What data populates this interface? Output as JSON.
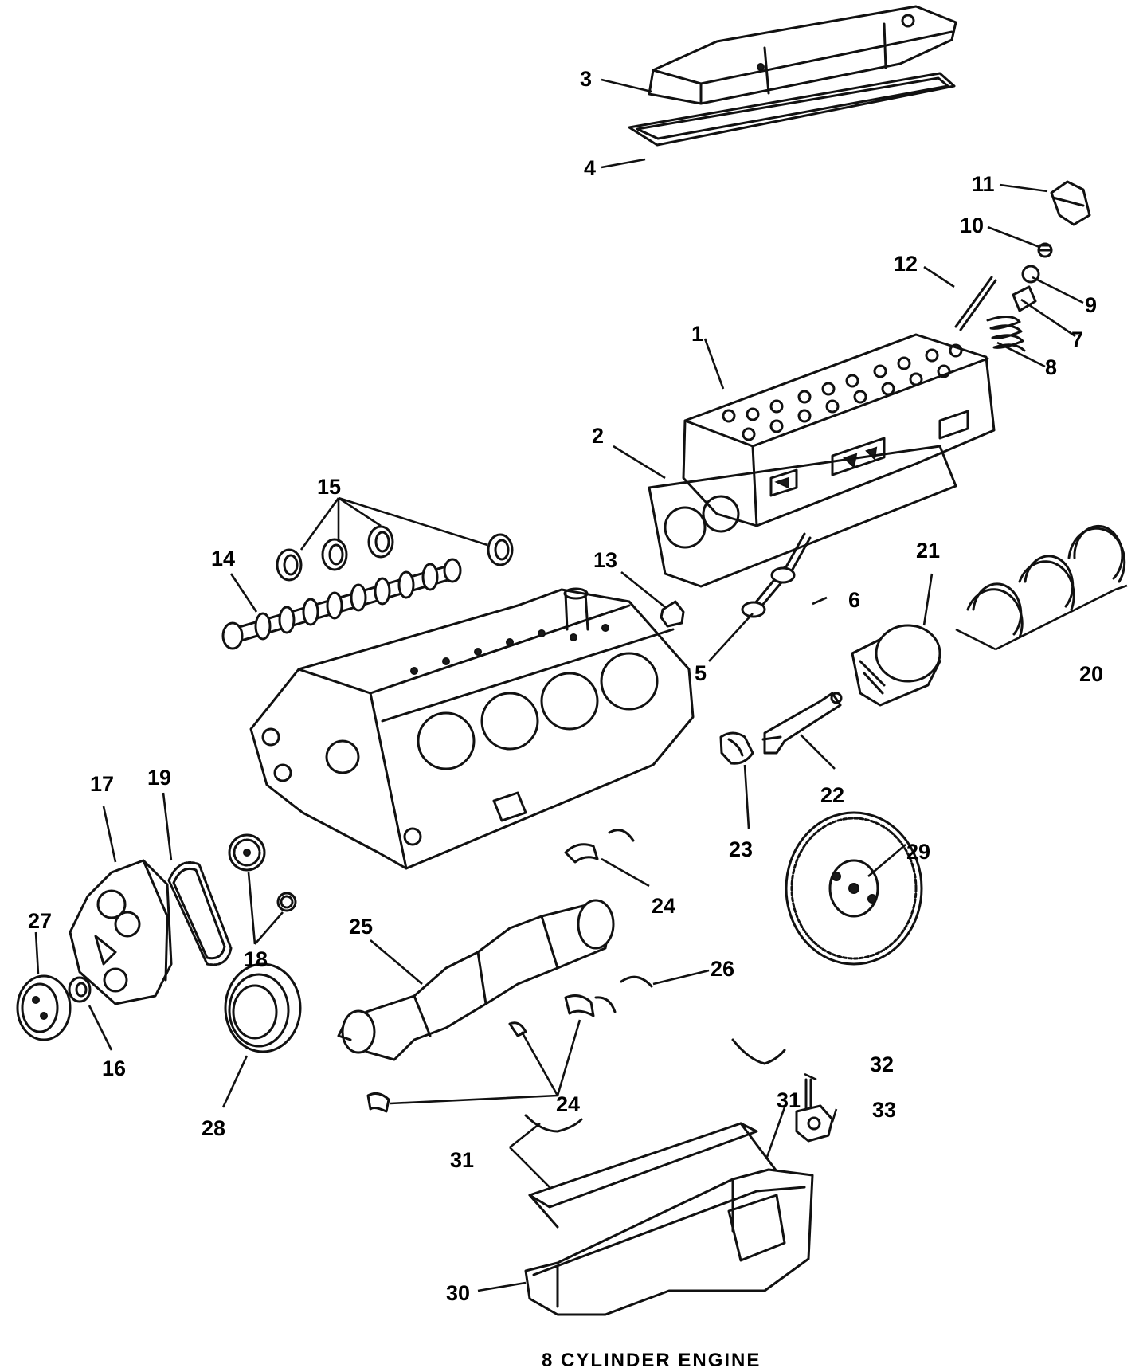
{
  "caption": "8 CYLINDER ENGINE",
  "callouts": [
    "1",
    "2",
    "3",
    "4",
    "5",
    "6",
    "7",
    "8",
    "9",
    "10",
    "11",
    "12",
    "13",
    "14",
    "15",
    "16",
    "17",
    "18",
    "19",
    "20",
    "21",
    "22",
    "23",
    "24",
    "24",
    "24",
    "25",
    "26",
    "27",
    "28",
    "29",
    "30",
    "31",
    "31",
    "32",
    "33"
  ],
  "colors": {
    "ink": "#111111",
    "paper": "#ffffff"
  }
}
